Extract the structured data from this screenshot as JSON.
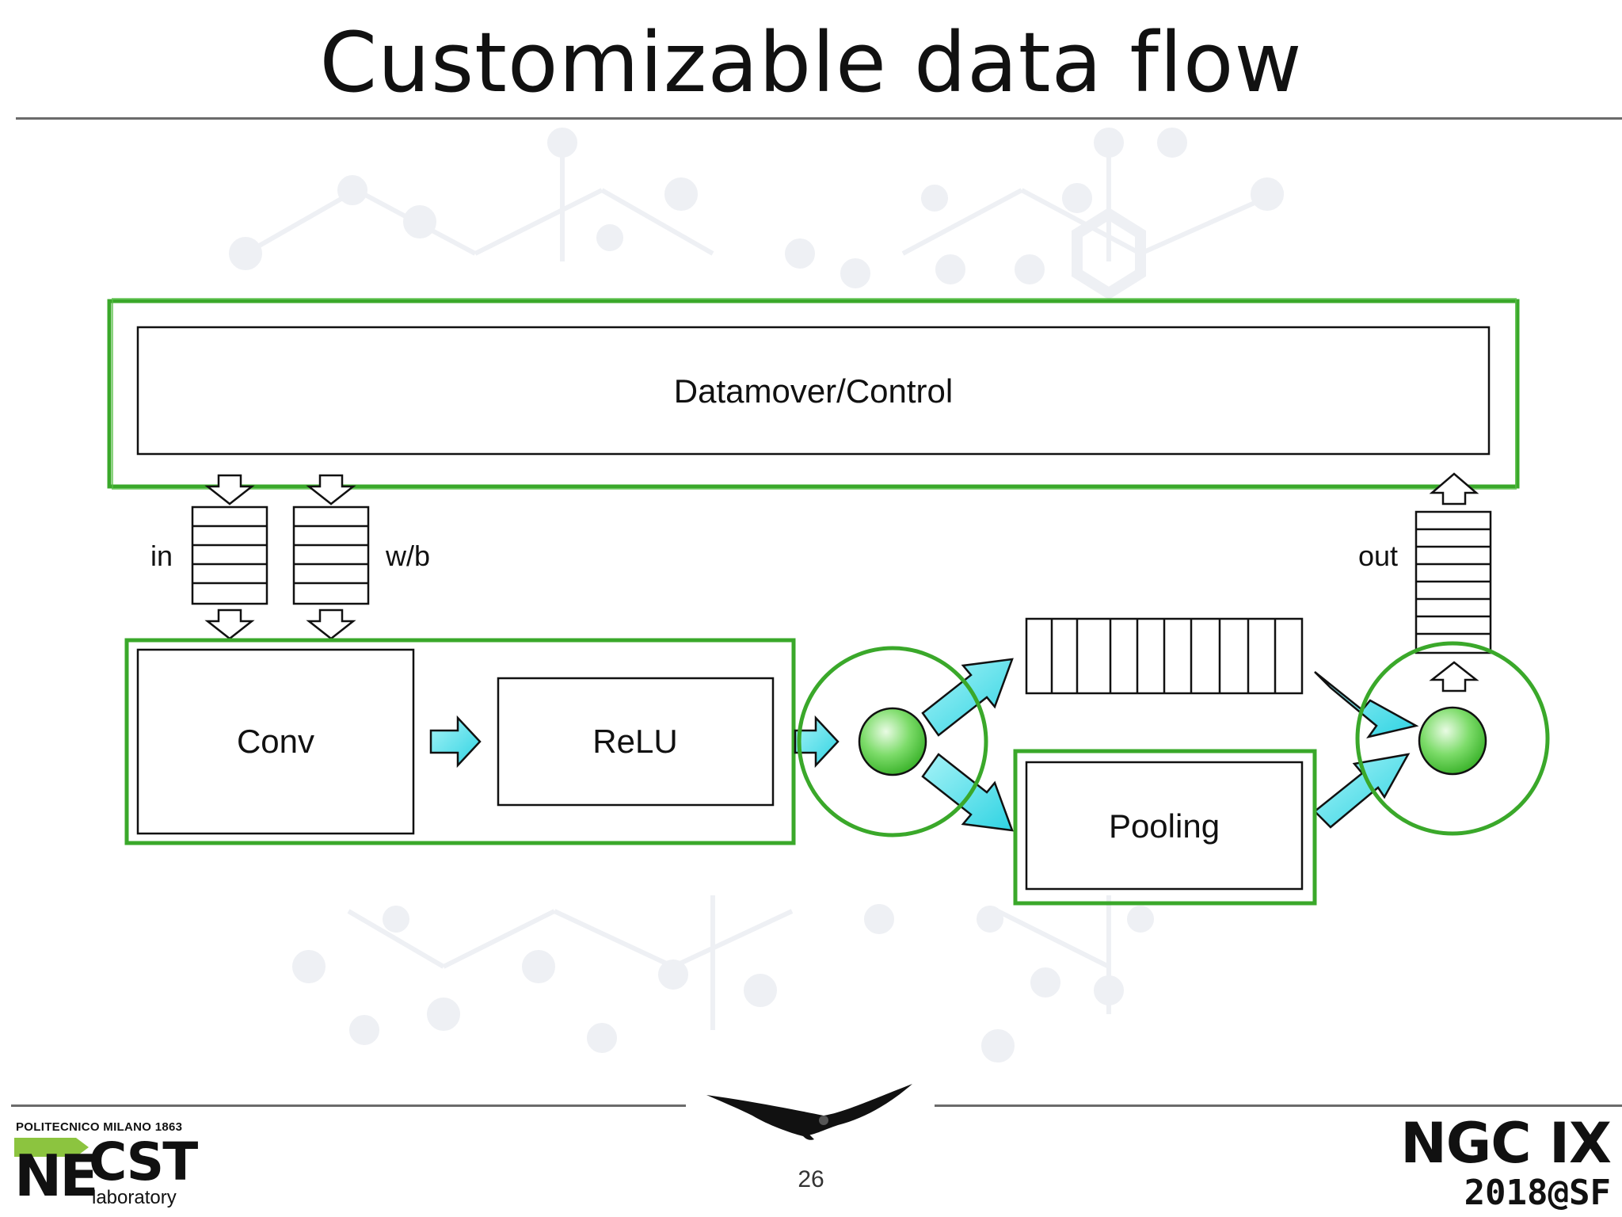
{
  "slide": {
    "title": "Customizable data flow",
    "page_number": "26"
  },
  "diagram": {
    "datamover_label": "Datamover/Control",
    "fifo_in_label": "in",
    "fifo_wb_label": "w/b",
    "fifo_out_label": "out",
    "conv_label": "Conv",
    "relu_label": "ReLU",
    "pooling_label": "Pooling"
  },
  "footer": {
    "institution": "POLITECNICO MILANO 1863",
    "lab_logo_ne": "NE",
    "lab_logo_cst": "CST",
    "lab_logo_sub": "laboratory",
    "event_title": "NGC IX",
    "event_sub": "2018@SF"
  },
  "colors": {
    "highlight_green": "#3aa82a",
    "arrow_cyan": "#4fe0ea",
    "node_green": "#5fd14c",
    "box_stroke": "#111111"
  }
}
